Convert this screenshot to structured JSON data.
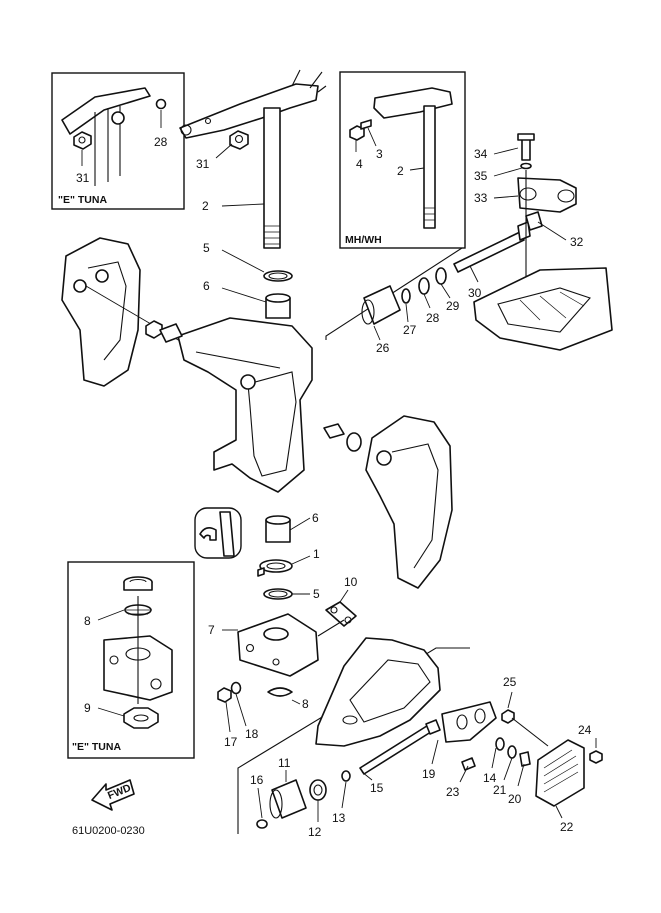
{
  "drawing_code": "61U0200-0230",
  "insets": {
    "tuna_top": "\"E\" TUNA",
    "mh_wh": "MH/WH",
    "tuna_bottom": "\"E\" TUNA"
  },
  "fwd_label": "FWD",
  "callouts": {
    "p1": "1",
    "p2a": "2",
    "p2b": "2",
    "p3": "3",
    "p4": "4",
    "p5a": "5",
    "p5b": "5",
    "p6a": "6",
    "p6b": "6",
    "p7": "7",
    "p8a": "8",
    "p8b": "8",
    "p9": "9",
    "p10": "10",
    "p11": "11",
    "p12": "12",
    "p13": "13",
    "p14": "14",
    "p15": "15",
    "p16": "16",
    "p17": "17",
    "p18": "18",
    "p19": "19",
    "p20": "20",
    "p21": "21",
    "p22": "22",
    "p23": "23",
    "p24": "24",
    "p25": "25",
    "p26": "26",
    "p27": "27",
    "p28a": "28",
    "p28b": "28",
    "p29": "29",
    "p30": "30",
    "p31a": "31",
    "p31b": "31",
    "p32": "32",
    "p33": "33",
    "p34": "34",
    "p35": "35"
  }
}
